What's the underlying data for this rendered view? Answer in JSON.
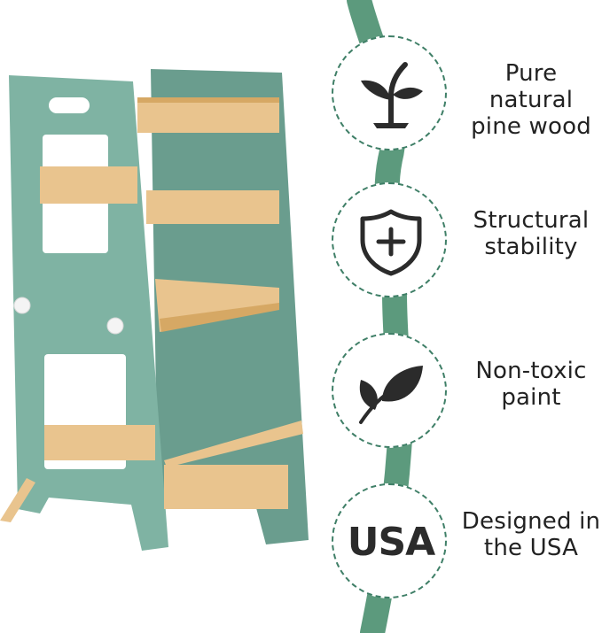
{
  "colors": {
    "ribbon": "#5c9a7d",
    "badge_border": "#3f7f67",
    "frame": "#7fb3a3",
    "frame_dark": "#6a9d8e",
    "wood": "#e9c48e",
    "wood_dark": "#d6a864",
    "icon": "#2b2b2b"
  },
  "features": [
    {
      "icon": "sprout-icon",
      "line1": "Pure natural",
      "line2": "pine wood"
    },
    {
      "icon": "shield-plus-icon",
      "line1": "Structural",
      "line2": "stability"
    },
    {
      "icon": "leaf-icon",
      "line1": "Non-toxic",
      "line2": "paint"
    },
    {
      "icon": "usa-badge",
      "badge_text": "USA",
      "line1": "Designed in",
      "line2": "the USA"
    }
  ]
}
